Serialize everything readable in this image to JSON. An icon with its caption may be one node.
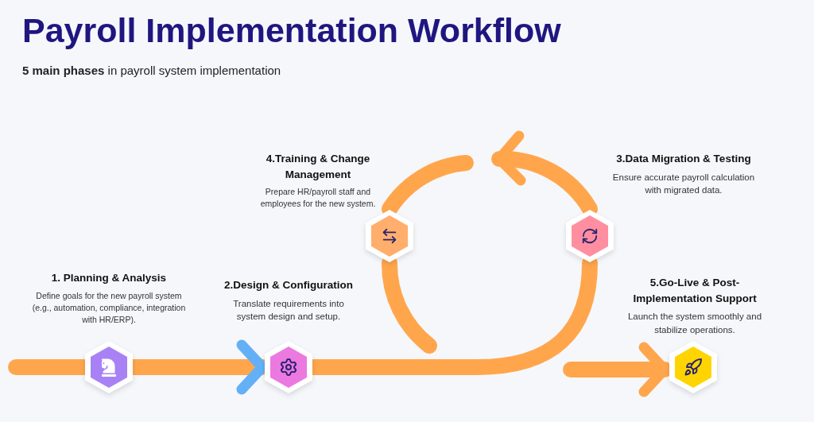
{
  "diagram": {
    "title": "Payroll Implementation Workflow",
    "caption": "**5 main phases** in payroll system implementation",
    "nodes": [
      {
        "text": [
          "1. Planning & Analysis",
          "Define goals for the new payroll system (e.g., automation, compliance, integration with HR/ERP)."
        ]
      },
      {
        "text": [
          "2.Design & Configuration",
          "Translate requirements into system design and setup."
        ]
      },
      {
        "text": [
          "3.Data Migration & Testing",
          "Ensure accurate payroll calculation with migrated data."
        ]
      },
      {
        "text": [
          "4.Training & Change Management",
          "Prepare HR/payroll staff and employees for the new system."
        ]
      },
      {
        "text": [
          "5.Go-Live & Post-Implementation Support",
          "Launch the system smoothly and stabilize operations."
        ]
      }
    ],
    "edges": [
      {
        "from": 0,
        "to": 1,
        "arrow": "to"
      },
      {
        "from": 1,
        "to": 2,
        "arrow": "none"
      },
      {
        "from": 2,
        "to": null,
        "arrow": "to"
      },
      {
        "from": null,
        "to": 3,
        "arrow": "none"
      },
      {
        "from": 3,
        "to": null,
        "arrow": "none"
      },
      {
        "from": null,
        "to": 4,
        "arrow": "to"
      }
    ]
  }
}
